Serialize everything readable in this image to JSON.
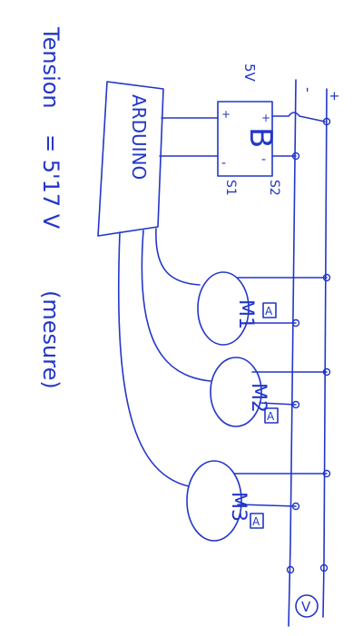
{
  "annotation": {
    "voltage_label": "Tension",
    "voltage_value": "= 5'17 V",
    "measure_note": "(mesure)"
  },
  "power": {
    "plus": "+",
    "minus": "-",
    "source_voltage": "5V"
  },
  "controller": {
    "name": "ARDUINO"
  },
  "regulator": {
    "symbol": "B",
    "plus": "+",
    "minus": "-",
    "s1": "S1",
    "s2": "S2"
  },
  "motors": [
    {
      "label": "M1",
      "ammeter": "A"
    },
    {
      "label": "M2",
      "ammeter": "A"
    },
    {
      "label": "M3",
      "ammeter": "A"
    }
  ],
  "voltmeter": {
    "symbol": "V"
  },
  "colors": {
    "ink": "#2236c8",
    "paper": "#ffffff"
  }
}
